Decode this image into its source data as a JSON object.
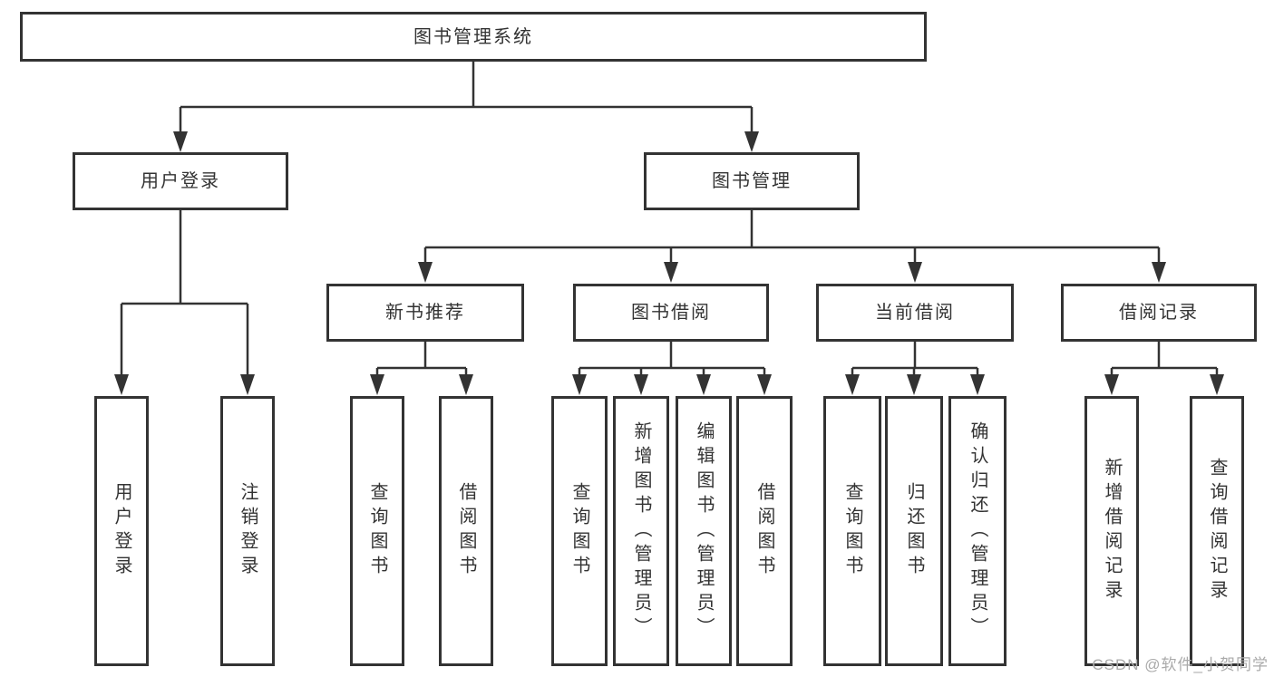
{
  "tree": {
    "root": {
      "label": "图书管理系统",
      "children": [
        {
          "label": "用户登录",
          "children": [
            {
              "label": "用户登录"
            },
            {
              "label": "注销登录"
            }
          ]
        },
        {
          "label": "图书管理",
          "children": [
            {
              "label": "新书推荐",
              "children": [
                {
                  "label": "查询图书"
                },
                {
                  "label": "借阅图书"
                }
              ]
            },
            {
              "label": "图书借阅",
              "children": [
                {
                  "label": "查询图书"
                },
                {
                  "label": "新增图书（管理员）"
                },
                {
                  "label": "编辑图书（管理员）"
                },
                {
                  "label": "借阅图书"
                }
              ]
            },
            {
              "label": "当前借阅",
              "children": [
                {
                  "label": "查询图书"
                },
                {
                  "label": "归还图书"
                },
                {
                  "label": "确认归还（管理员）"
                }
              ]
            },
            {
              "label": "借阅记录",
              "children": [
                {
                  "label": "新增借阅记录"
                },
                {
                  "label": "查询借阅记录"
                }
              ]
            }
          ]
        }
      ]
    }
  },
  "watermark": {
    "text": "CSDN @软件_小贺同学"
  },
  "colors": {
    "line": "#333333",
    "box_border": "#333333",
    "box_fill": "#ffffff",
    "text": "#333333",
    "watermark": "#aaaaaa",
    "background": "#ffffff"
  }
}
